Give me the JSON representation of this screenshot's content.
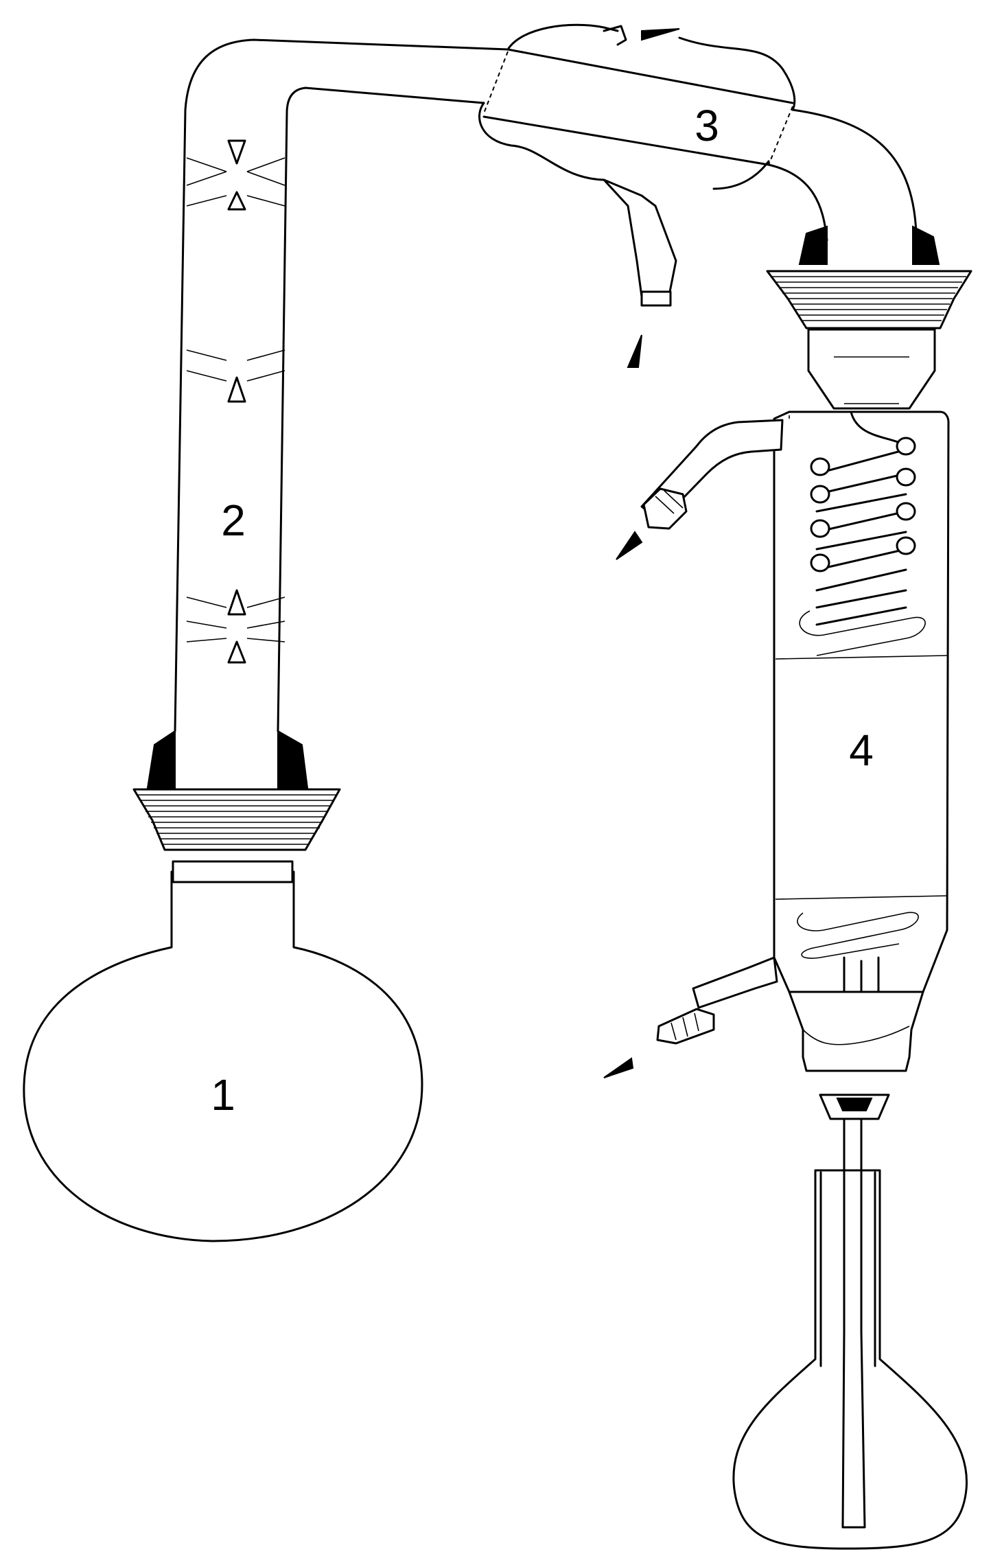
{
  "labels": {
    "flask": "1",
    "column": "2",
    "condenser": "3",
    "receiver_cooler": "4"
  }
}
